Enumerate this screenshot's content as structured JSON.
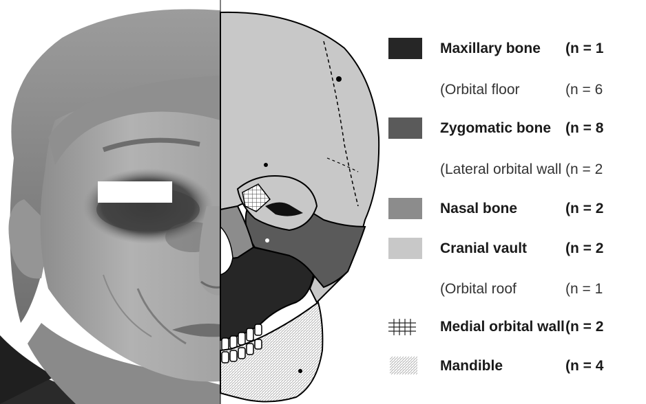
{
  "colors": {
    "maxillary": "#262626",
    "zygomatic": "#5a5a5a",
    "nasal": "#8c8c8c",
    "cranial": "#c8c8c8",
    "skin": "#a7a7a7",
    "hair": "#8e8e8e"
  },
  "legend": [
    {
      "label": "Maxillary bone",
      "count": "(n = 1",
      "bold": true,
      "swatch": "solid",
      "color": "#262626"
    },
    {
      "label": "(Orbital floor",
      "count": "(n = 6",
      "bold": false,
      "swatch": "none"
    },
    {
      "label": "Zygomatic bone",
      "count": "(n = 8",
      "bold": true,
      "swatch": "solid",
      "color": "#5a5a5a"
    },
    {
      "label": "(Lateral orbital wall",
      "count": "(n = 2",
      "bold": false,
      "swatch": "none"
    },
    {
      "label": "Nasal bone",
      "count": "(n = 2",
      "bold": true,
      "swatch": "solid",
      "color": "#8c8c8c"
    },
    {
      "label": "Cranial vault",
      "count": "(n = 2",
      "bold": true,
      "swatch": "solid",
      "color": "#c8c8c8"
    },
    {
      "label": "(Orbital roof",
      "count": "(n = 1",
      "bold": false,
      "swatch": "none"
    },
    {
      "label": "Medial orbital wall",
      "count": "(n = 2",
      "bold": true,
      "swatch": "grid"
    },
    {
      "label": "Mandible",
      "count": "(n = 4",
      "bold": true,
      "swatch": "dots"
    }
  ]
}
